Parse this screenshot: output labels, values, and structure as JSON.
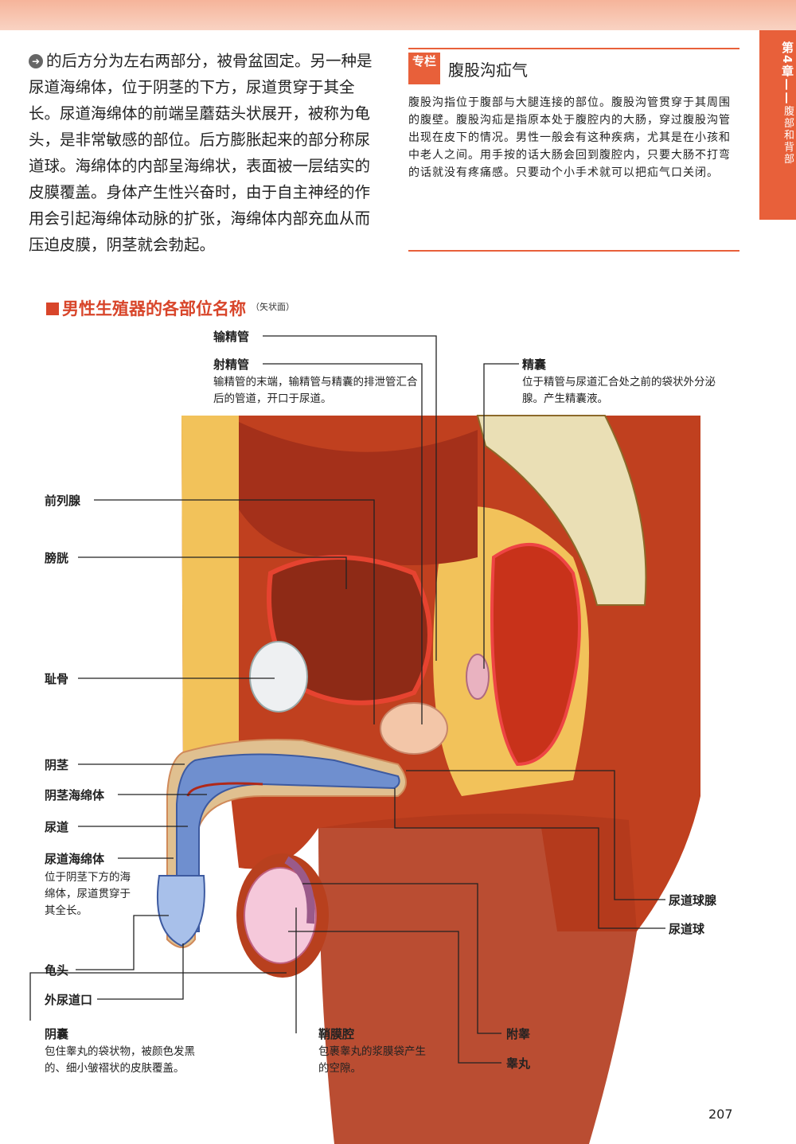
{
  "chapter": {
    "tab": "第4章",
    "subtitle": "腹部和背部"
  },
  "intro_text": "的后方分为左右两部分，被骨盆固定。另一种是尿道海绵体，位于阴茎的下方，尿道贯穿于其全长。尿道海绵体的前端呈蘑菇头状展开，被称为龟头，是非常敏感的部位。后方膨胀起来的部分称尿道球。海绵体的内部呈海绵状，表面被一层结实的皮膜覆盖。身体产生性兴奋时，由于自主神经的作用会引起海绵体动脉的扩张，海绵体内部充血从而压迫皮膜，阴茎就会勃起。",
  "column": {
    "badge": "专栏",
    "title": "腹股沟疝气",
    "body": "腹股沟指位于腹部与大腿连接的部位。腹股沟管贯穿于其周围的腹壁。腹股沟疝是指原本处于腹腔内的大肠，穿过腹股沟管出现在皮下的情况。男性一般会有这种疾病，尤其是在小孩和中老人之间。用手按的话大肠会回到腹腔内，只要大肠不打弯的话就没有疼痛感。只要动个小手术就可以把疝气口关闭。"
  },
  "figure": {
    "title": "男性生殖器的各部位名称",
    "title_note": "（矢状面）",
    "labels": {
      "vas_deferens": "输精管",
      "ejaculatory_duct": "射精管",
      "ejaculatory_duct_desc": "输精管的末端，输精管与精囊的排泄管汇合后的管道，开口于尿道。",
      "seminal_vesicle": "精囊",
      "seminal_vesicle_desc": "位于精管与尿道汇合处之前的袋状外分泌腺。产生精囊液。",
      "prostate": "前列腺",
      "bladder": "膀胱",
      "pubis": "耻骨",
      "penis": "阴茎",
      "corpus_cavernosum": "阴茎海绵体",
      "urethra": "尿道",
      "corpus_spongiosum": "尿道海绵体",
      "corpus_spongiosum_desc": "位于阴茎下方的海绵体，尿道贯穿于其全长。",
      "glans": "龟头",
      "external_orifice": "外尿道口",
      "scrotum": "阴囊",
      "scrotum_desc": "包住睾丸的袋状物，被颜色发黑的、细小皱褶状的皮肤覆盖。",
      "tunica_cavity": "鞘膜腔",
      "tunica_cavity_desc": "包裹睾丸的浆膜袋产生的空隙。",
      "epididymis": "附睾",
      "testis": "睾丸",
      "bulbourethral_gland": "尿道球腺",
      "urethral_bulb": "尿道球"
    }
  },
  "page_number": "207"
}
